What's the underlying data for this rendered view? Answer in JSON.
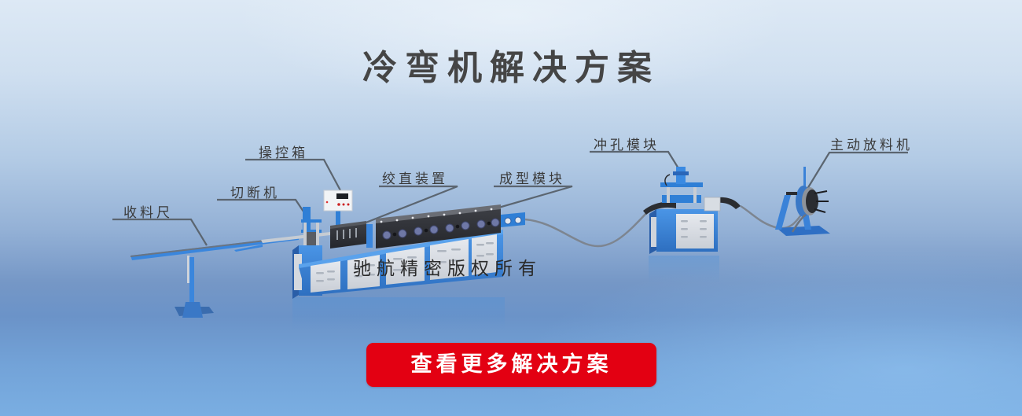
{
  "banner": {
    "title": "冷弯机解决方案",
    "watermark": "驰航精密版权所有",
    "cta_label": "查看更多解决方案",
    "colors": {
      "title_text": "#454545",
      "label_text": "#3a3a3a",
      "leader_line": "#5b6570",
      "cta_background": "#e30012",
      "cta_text": "#ffffff",
      "machine_blue": "#3b82d6",
      "panel_gray": "#d9dde3",
      "background_top": "#dde9f5",
      "background_bottom": "#7aaee2"
    }
  },
  "labels": [
    {
      "id": "receiving-rack",
      "text": "收料尺"
    },
    {
      "id": "cutting-machine",
      "text": "切断机"
    },
    {
      "id": "control-box",
      "text": "操控箱"
    },
    {
      "id": "straightening-device",
      "text": "绞直装置"
    },
    {
      "id": "forming-module",
      "text": "成型模块"
    },
    {
      "id": "punching-module",
      "text": "冲孔模块"
    },
    {
      "id": "active-decoiler",
      "text": "主动放料机"
    }
  ]
}
